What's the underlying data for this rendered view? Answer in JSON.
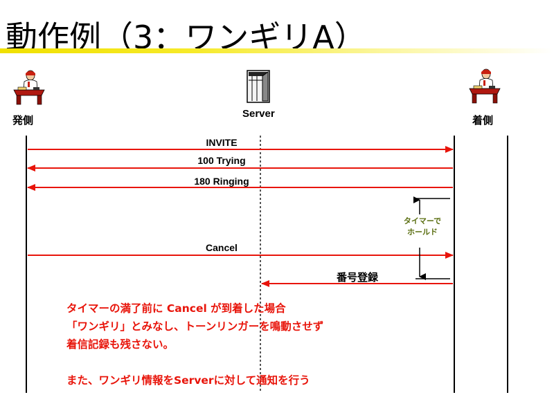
{
  "title": "動作例（3：ワンギリA）",
  "actors": {
    "caller": "発側",
    "server": "Server",
    "callee": "着側"
  },
  "messages": {
    "invite": "INVITE",
    "trying": "100 Trying",
    "ringing": "180 Ringing",
    "cancel": "Cancel",
    "register_number": "番号登録"
  },
  "timer": {
    "line1": "タイマーで",
    "line2": "ホールド"
  },
  "note": {
    "line1": "タイマーの満了前に Cancel が到着した場合",
    "line2": "「ワンギリ」とみなし、トーンリンガーを鳴動させず",
    "line3": "着信記録も残さない。",
    "line4": "また、ワンギリ情報をServerに対して通知を行う"
  },
  "colors": {
    "arrow": "#e8140a",
    "note": "#e8140a",
    "timer_text": "#5a6e10",
    "title_underline": "#f0e000"
  },
  "icons": {
    "caller": "person-at-desk-icon",
    "server": "server-icon",
    "callee": "person-at-desk-icon"
  }
}
